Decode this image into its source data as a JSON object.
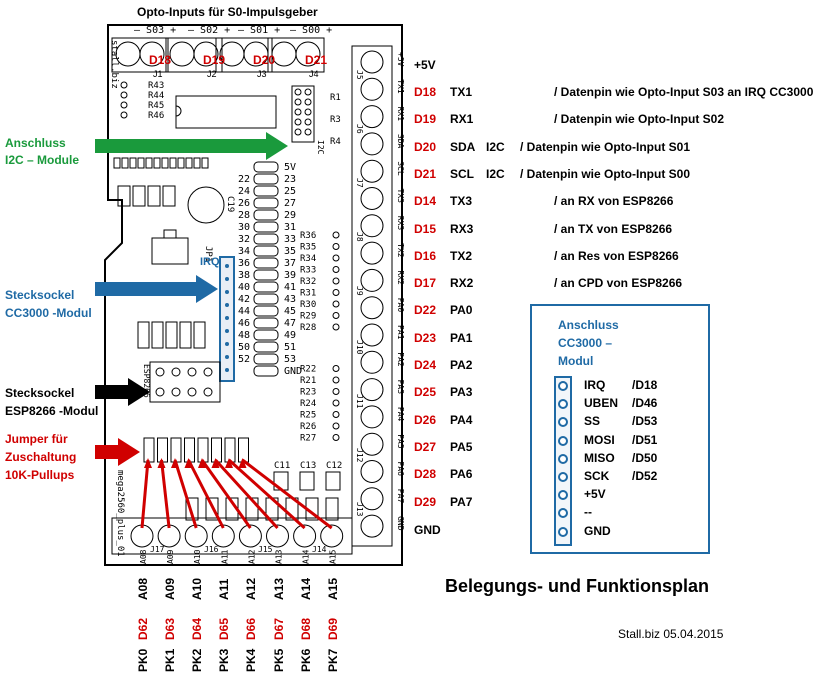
{
  "header": {
    "title": "Opto-Inputs für  S0-Impulsgeber"
  },
  "opto_connectors": [
    {
      "label": "S03",
      "pin": "D18",
      "jack": "J1"
    },
    {
      "label": "S02",
      "pin": "D19",
      "jack": "J2"
    },
    {
      "label": "S01",
      "pin": "D20",
      "jack": "J3"
    },
    {
      "label": "S00",
      "pin": "D21",
      "jack": "J4"
    }
  ],
  "left_labels": {
    "i2c_title": "Anschluss",
    "i2c_sub": "I2C – Module",
    "cc3000_title": "Stecksockel",
    "cc3000_sub": "CC3000 -Modul",
    "esp_title": "Stecksockel",
    "esp_sub": "ESP8266 -Modul",
    "jumper_l1": "Jumper für",
    "jumper_l2": "Zuschaltung",
    "jumper_l3": "10K-Pullups"
  },
  "irq_label": "IRQ",
  "power": {
    "top": "+5V",
    "bottom": "GND"
  },
  "right_rows": [
    {
      "d": "D18",
      "port": "TX1",
      "iface": "",
      "desc": "/  Datenpin wie Opto-Input  S03 an IRQ CC3000"
    },
    {
      "d": "D19",
      "port": "RX1",
      "iface": "",
      "desc": "/  Datenpin wie Opto-Input  S02"
    },
    {
      "d": "D20",
      "port": "SDA",
      "iface": "I2C",
      "desc": "/  Datenpin wie Opto-Input  S01"
    },
    {
      "d": "D21",
      "port": "SCL",
      "iface": "I2C",
      "desc": "/  Datenpin wie Opto-Input  S00"
    },
    {
      "d": "D14",
      "port": "TX3",
      "iface": "",
      "desc": "/ an RX von ESP8266"
    },
    {
      "d": "D15",
      "port": "RX3",
      "iface": "",
      "desc": "/ an TX von ESP8266"
    },
    {
      "d": "D16",
      "port": "TX2",
      "iface": "",
      "desc": "/ an Res von ESP8266"
    },
    {
      "d": "D17",
      "port": "RX2",
      "iface": "",
      "desc": "/ an CPD von ESP8266"
    },
    {
      "d": "D22",
      "port": "PA0",
      "iface": "",
      "desc": ""
    },
    {
      "d": "D23",
      "port": "PA1",
      "iface": "",
      "desc": ""
    },
    {
      "d": "D24",
      "port": "PA2",
      "iface": "",
      "desc": ""
    },
    {
      "d": "D25",
      "port": "PA3",
      "iface": "",
      "desc": ""
    },
    {
      "d": "D26",
      "port": "PA4",
      "iface": "",
      "desc": ""
    },
    {
      "d": "D27",
      "port": "PA5",
      "iface": "",
      "desc": ""
    },
    {
      "d": "D28",
      "port": "PA6",
      "iface": "",
      "desc": ""
    },
    {
      "d": "D29",
      "port": "PA7",
      "iface": "",
      "desc": ""
    }
  ],
  "cc3000_box": {
    "title_l1": "Anschluss",
    "title_l2": "CC3000  –",
    "title_l3": "Modul",
    "pins": [
      {
        "a": "IRQ",
        "b": "/D18"
      },
      {
        "a": "UBEN",
        "b": "/D46"
      },
      {
        "a": "SS",
        "b": "/D53"
      },
      {
        "a": "MOSI",
        "b": "/D51"
      },
      {
        "a": "MISO",
        "b": "/D50"
      },
      {
        "a": "SCK",
        "b": "/D52"
      },
      {
        "a": "+5V",
        "b": ""
      },
      {
        "a": "--",
        "b": ""
      },
      {
        "a": "GND",
        "b": ""
      }
    ]
  },
  "bottom_cols": [
    {
      "a": "A08",
      "d": "D62",
      "pk": "PK0"
    },
    {
      "a": "A09",
      "d": "D63",
      "pk": "PK1"
    },
    {
      "a": "A10",
      "d": "D64",
      "pk": "PK2"
    },
    {
      "a": "A11",
      "d": "D65",
      "pk": "PK3"
    },
    {
      "a": "A12",
      "d": "D66",
      "pk": "PK4"
    },
    {
      "a": "A13",
      "d": "D67",
      "pk": "PK5"
    },
    {
      "a": "A14",
      "d": "D68",
      "pk": "PK6"
    },
    {
      "a": "A15",
      "d": "D69",
      "pk": "PK7"
    }
  ],
  "plan_title": "Belegungs- und Funktionsplan",
  "footer": "Stall.biz   05.04.2015",
  "pcb": {
    "board_name": "mega2560_plus_01",
    "stall": "stall.biz",
    "side_pins": [
      "+5V",
      "TX1",
      "RX1",
      "SDA",
      "SCL",
      "TX3",
      "RX3",
      "TX2",
      "RX2",
      "PA0",
      "PA1",
      "PA2",
      "PA3",
      "PA4",
      "PA5",
      "PA6",
      "PA7",
      "GND"
    ],
    "jacks_right": [
      "J5",
      "J6",
      "J7",
      "J8",
      "J9",
      "J10",
      "J11",
      "J12",
      "J13"
    ],
    "jacks_bottom": [
      "J17",
      "J16",
      "J15",
      "J14"
    ],
    "resistors_top": [
      "R43",
      "R44",
      "R45",
      "R46"
    ],
    "resistors_right": [
      "R36",
      "R35",
      "R34",
      "R33",
      "R32",
      "R31",
      "R30",
      "R29",
      "R28",
      "R22",
      "R21",
      "R23",
      "R24",
      "R25",
      "R26",
      "R27"
    ],
    "header_numbers_left": [
      "22",
      "24",
      "26",
      "28",
      "30",
      "32",
      "34",
      "36",
      "38",
      "40",
      "42",
      "44",
      "46",
      "48",
      "50",
      "52"
    ],
    "header_numbers_right": [
      "5V",
      "23",
      "25",
      "27",
      "29",
      "31",
      "33",
      "35",
      "37",
      "39",
      "41",
      "43",
      "45",
      "47",
      "49",
      "51",
      "53",
      "GND"
    ],
    "jp1": "JP1",
    "i2c_label": "I2C",
    "esp_label": "ESP8266",
    "c19": "C19",
    "c_labels": [
      "C11",
      "C13",
      "C12"
    ],
    "r_small": [
      "R1",
      "R3",
      "R4"
    ]
  },
  "colors": {
    "red": "#d00000",
    "green": "#1a9a3c",
    "blue": "#1f6aa5",
    "black": "#000000"
  }
}
